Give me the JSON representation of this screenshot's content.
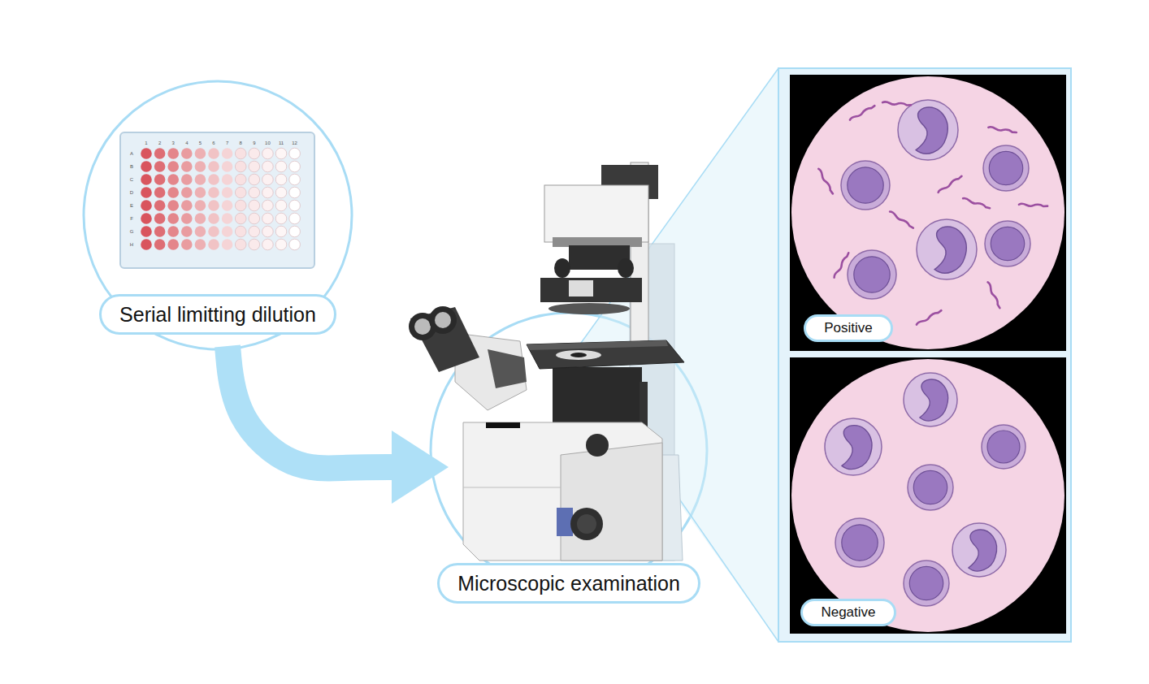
{
  "diagram": {
    "nodes": [
      {
        "text": [
          "Serial limitting dilution"
        ]
      },
      {
        "text": [
          "Microscopic examination"
        ]
      },
      {
        "text": [
          "Positive"
        ]
      },
      {
        "text": [
          "Negative"
        ]
      }
    ],
    "edges": [
      {
        "from": 0,
        "to": 1,
        "arrow": "to"
      }
    ],
    "labels": [
      "1",
      "2",
      "3",
      "4",
      "5",
      "6",
      "7",
      "8",
      "9",
      "10",
      "11",
      "12",
      "A",
      "B",
      "C",
      "D",
      "E",
      "F",
      "G",
      "H"
    ]
  }
}
